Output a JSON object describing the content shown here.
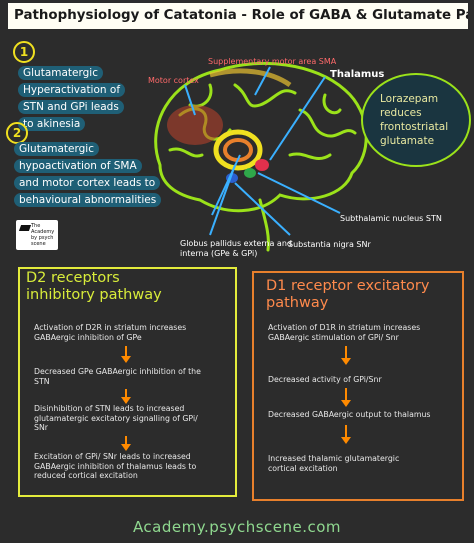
{
  "title": "Pathophysiology of Catatonia - Role of GABA & Glutamate Pathways",
  "notes": [
    {
      "number": "1",
      "lines": [
        "Glutamatergic",
        "Hyperactivation of",
        "STN and GPi leads",
        "to akinesia"
      ]
    },
    {
      "number": "2",
      "lines": [
        "Glutamatergic",
        "hypoactivation of SMA",
        "and motor cortex leads to",
        "behavioural abnormalities"
      ]
    }
  ],
  "logo": {
    "line1": "The",
    "line2": "Academy",
    "line3": "by psych scene"
  },
  "brain_labels": {
    "sma": "Supplementary motor area SMA",
    "motor_cortex": "Motor cortex",
    "thalamus": "Thalamus",
    "stn": "Subthalamic nucleus STN",
    "gp": "Globus pallidus externa and",
    "gp2": "interna (GPe & GPi)",
    "snr": "Substantia nigra SNr"
  },
  "lorazepam": [
    "Lorazepam reduces",
    "frontostriatal",
    "glutamate"
  ],
  "d2": {
    "heading": [
      "D2 receptors",
      "inhibitory pathway"
    ],
    "steps": [
      [
        "Activation of D2R in striatum increases",
        "GABAergic inhibition of GPe"
      ],
      [
        "Decreased GPe GABAergic inhibition of the",
        "STN"
      ],
      [
        "Disinhibition of STN leads to increased",
        "glutamatergic excitatory signalling of GPi/",
        "SNr"
      ],
      [
        "Excitation of GPi/ SNr leads to increased",
        "GABAergic inhibition of thalamus leads to",
        "reduced cortical excitation"
      ]
    ]
  },
  "d1": {
    "heading": [
      "D1 receptor excitatory",
      "pathway"
    ],
    "steps": [
      [
        "Activation of D1R in striatum increases",
        "GABAergic stimulation of GPi/ Snr"
      ],
      [
        "Decreased activity of GPi/Snr"
      ],
      [
        "Decreased GABAergic output to thalamus"
      ],
      [
        "Increased thalamic glutamatergic",
        "cortical excitation"
      ]
    ]
  },
  "footer": "Academy.psychscene.com",
  "colors": {
    "yellow": "#e4ec3c",
    "orange": "#e8802c",
    "teal": "#1f5f76",
    "brain": "#9be21a"
  }
}
